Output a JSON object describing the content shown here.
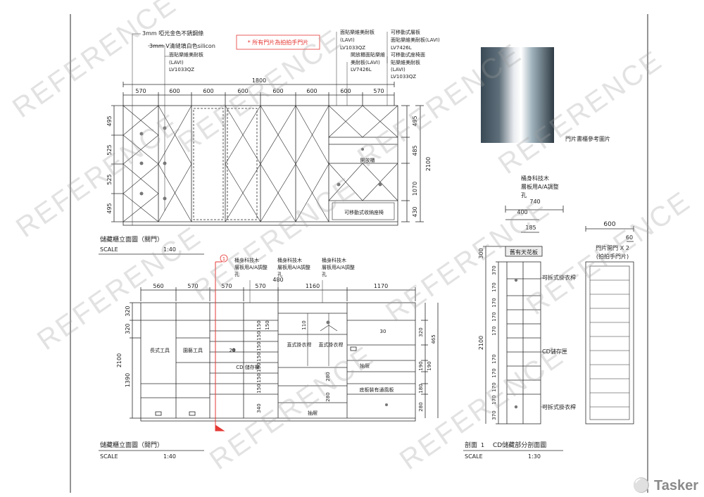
{
  "watermark_text": "REFERENCE",
  "brand": "Tasker",
  "colors": {
    "line": "#2a2a2a",
    "red": "#e53935",
    "dim": "#444444"
  },
  "elev1": {
    "title": "儲藏櫃立面圖（關門）",
    "scale_label": "SCALE",
    "scale_value": "1:40",
    "note_red": "* 所有門片為拍拍手門片",
    "callouts": {
      "c1": "3mm  啞光金色不銹鋼條",
      "c2": "3mm  V清縫填白色silicon",
      "c3a": "面貼樂維美耐板",
      "c3b": "(LAVI)",
      "c3c": "LV1033QZ",
      "c4a": "面貼樂維美耐板",
      "c4b": "(LAVI)",
      "c4c": "LV1033QZ",
      "c5a": "開放櫃面貼樂維",
      "c5b": "美耐板(LAVI)",
      "c5c": "LV7426L",
      "c6a": "可移動式層板",
      "c6b": "面貼樂維美耐板(LAVI)",
      "c6c": "LV7426L",
      "c7a": "可移動式座椅面",
      "c7b": "貼樂維美耐板",
      "c7c": "(LAVI)",
      "c7d": "LV1033QZ"
    },
    "overall_width": "1800",
    "widths": [
      "570",
      "600",
      "600",
      "600",
      "600",
      "600",
      "600",
      "570"
    ],
    "heights_left": [
      "495",
      "525",
      "525",
      "495"
    ],
    "heights_right": [
      "495",
      "485",
      "1070",
      "430"
    ],
    "total_height": "2100",
    "labels": {
      "open": "開放櫃",
      "seat": "可移動式收納座椅"
    }
  },
  "elev2": {
    "title": "儲藏櫃立面圖（開門）",
    "scale_label": "SCALE",
    "scale_value": "1:40",
    "marker": "1",
    "widths": [
      "560",
      "570",
      "570",
      "570",
      "1160",
      "1170"
    ],
    "width_480": "480",
    "notes": {
      "n1a": "桶身科技木",
      "n1b": "層板用A/A調整",
      "n1c": "孔",
      "n2a": "桶身科技木",
      "n2b": "層板用A/A調整",
      "n2c": "孔",
      "n3a": "桶身科技木",
      "n3b": "層板用A/A調整",
      "n3c": "孔"
    },
    "heights_left": [
      "320",
      "320",
      "1390"
    ],
    "total_height": "2100",
    "cd_dims": [
      "150",
      "150",
      "150",
      "150",
      "150",
      "150",
      "150",
      "150",
      "340"
    ],
    "center_dims": {
      "d110": "110",
      "d20": "20",
      "d30": "30",
      "d280a": "280",
      "d280b": "280"
    },
    "right_dims": [
      "320",
      "465",
      "190",
      "190",
      "180",
      "280"
    ],
    "labels": {
      "tools_long": "長式工具",
      "tools_garden": "園藝工具",
      "cd": "CD 儲存櫃",
      "rod1": "直式掛衣桿",
      "rod2": "直式掛衣桿",
      "drawer1": "抽屜",
      "vent": "底板裝有通風板",
      "drawer2": "抽屜"
    }
  },
  "section": {
    "title_prefix": "剖面",
    "title_number": "1",
    "title_suffix": "CD儲藏部分剖面圖",
    "scale_label": "SCALE",
    "scale_value": "1:30",
    "note_a": "桶身科技木",
    "note_b": "層板用A/A調整",
    "note_c": "孔",
    "dims_top": {
      "d740": "740",
      "d400": "400",
      "d185": "185",
      "d300": "300"
    },
    "ceiling": "舊有天花板",
    "hanger_top": "可拆式掛衣桿",
    "cd": "CD儲存匣",
    "hanger_bottom": "可拆式掛衣桿",
    "dims_left": [
      "370",
      "170",
      "170",
      "170",
      "170",
      "170",
      "170",
      "170",
      "170",
      "370"
    ],
    "total_height": "2100"
  },
  "door": {
    "width": "600",
    "depth": "60",
    "label_a": "門片開門 X 2",
    "label_b": "(拍拍手門片)"
  },
  "photo_caption": "門片書櫃參考圖片"
}
